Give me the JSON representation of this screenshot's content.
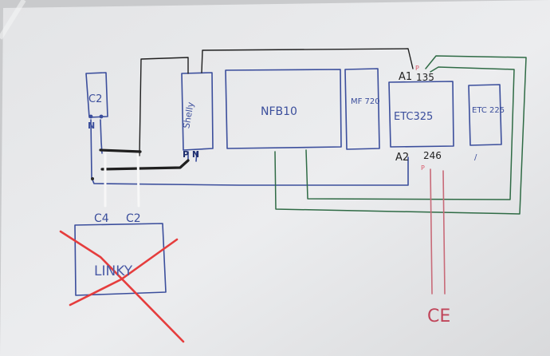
{
  "diagram": {
    "labels": {
      "c2_box": "C2",
      "c2_terminal": "N",
      "shelly": "Shelly",
      "shelly_terminals": "P N",
      "nfb": "NFB10",
      "mf": "MF 720",
      "etc325": "ETC325",
      "etc225": "ETC 225",
      "a1": "A1",
      "terminals_top": "135",
      "a2": "A2",
      "terminals_bottom": "246",
      "p_top": "P",
      "p_bottom": "P",
      "tick": "/",
      "c4_label": "C4",
      "c2_label": "C2",
      "linky": "LINKY",
      "ce": "CE"
    },
    "colors": {
      "blue_ink": "#3b4e9c",
      "black_ink": "#1f1f1f",
      "green_ink": "#2f6b45",
      "red_ink": "#d13a3a",
      "pink_ink": "#c86a78"
    }
  }
}
